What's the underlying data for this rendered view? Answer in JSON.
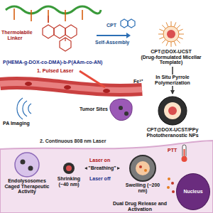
{
  "diagram": {
    "nodes": [
      {
        "text": [
          "CPT@DOX-UCST",
          "(Drug-formulated Micellar Template)"
        ]
      },
      {
        "text": [
          "CPT@DOX-UCST/PPy Phototheranostic NPs"
        ]
      },
      {
        "text": [
          "Endolysosomes",
          "Caged Therapeutic Activity"
        ]
      },
      {
        "text": [
          "Shrinking (~40 nm)"
        ]
      },
      {
        "text": [
          "Swelling (~200 nm)"
        ]
      },
      {
        "text": [
          "Nucleus"
        ]
      }
    ],
    "edges": [
      {
        "from": 0,
        "to": 1,
        "arrow": "to",
        "label": "In Situ Pyrrole Polymerization"
      },
      {
        "from": 3,
        "to": 4,
        "arrow": "both",
        "label": "\"Breathing\""
      }
    ],
    "labels": [
      "Thermolabile Linker",
      "CPT",
      "Self-Assembly",
      "Fe³⁺",
      "P(HEMA-g-DOX-co-DMA)-b-P(AAm-co-AN)",
      "1. Pulsed Laser",
      "Tumor Sites",
      "PA Imaging",
      "2. Continuous 808 nm Laser",
      "Laser on",
      "Laser off",
      "PTT",
      "Dual Drug Release and Activation"
    ]
  }
}
